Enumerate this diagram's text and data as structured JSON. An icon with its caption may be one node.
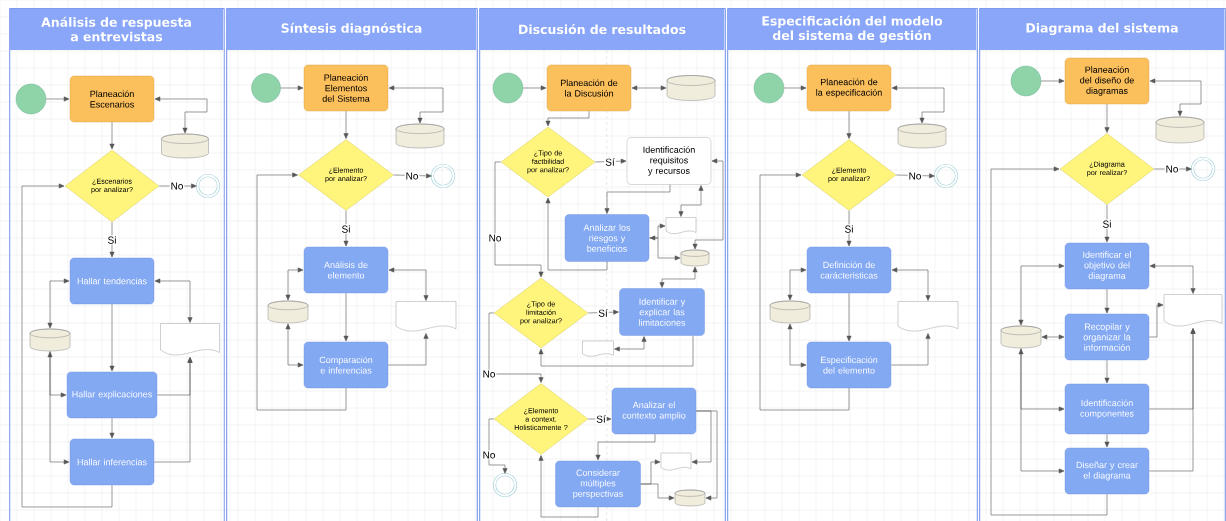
{
  "diagram": {
    "nodes": [
      {
        "text": [
          "Análisis de respuesta a entrevistas"
        ]
      },
      {
        "text": [],
        "shape": "circle",
        "in": 0
      },
      {
        "text": [
          "Planeación Escenarios"
        ],
        "in": 0
      },
      {
        "text": [],
        "shape": "cylinder",
        "in": 0
      },
      {
        "text": [
          "¿Escenarios por analizar?"
        ],
        "in": 0
      },
      {
        "text": [],
        "shape": "ring",
        "in": 0
      },
      {
        "text": [
          "Hallar tendencias"
        ],
        "in": 0
      },
      {
        "text": [],
        "shape": "cylinder",
        "in": 0
      },
      {
        "text": [],
        "shape": "document",
        "in": 0
      },
      {
        "text": [
          "Hallar explicaciones"
        ],
        "in": 0
      },
      {
        "text": [
          "Hallar inferencias"
        ],
        "in": 0
      },
      {
        "text": [
          "Síntesis diagnóstica"
        ]
      },
      {
        "text": [],
        "shape": "circle",
        "in": 11
      },
      {
        "text": [
          "Planeación Elementos del Sistema"
        ],
        "in": 11
      },
      {
        "text": [],
        "shape": "cylinder",
        "in": 11
      },
      {
        "text": [
          "¿Elemento por analizar?"
        ],
        "in": 11
      },
      {
        "text": [],
        "shape": "ring",
        "in": 11
      },
      {
        "text": [
          "Análisis de elemento"
        ],
        "in": 11
      },
      {
        "text": [],
        "shape": "cylinder",
        "in": 11
      },
      {
        "text": [],
        "shape": "document",
        "in": 11
      },
      {
        "text": [
          "Comparación e inferencias"
        ],
        "in": 11
      },
      {
        "text": [
          "Discusión de resultados"
        ]
      },
      {
        "text": [],
        "shape": "circle",
        "in": 21
      },
      {
        "text": [
          "Planeación de la Discusión"
        ],
        "in": 21
      },
      {
        "text": [],
        "shape": "cylinder",
        "in": 21
      },
      {
        "text": [
          "¿Tipo de factbilidad por analizar?"
        ],
        "in": 21
      },
      {
        "text": [
          "Identificación requisitos y recursos"
        ],
        "in": 21
      },
      {
        "text": [
          "Analizar los riesgos y beneficios"
        ],
        "in": 21
      },
      {
        "text": [],
        "shape": "document",
        "in": 21
      },
      {
        "text": [],
        "shape": "cylinder",
        "in": 21
      },
      {
        "text": [
          "¿Tipo de limitación por analizar?"
        ],
        "in": 21
      },
      {
        "text": [
          "Identificar y explicar las limitaciones"
        ],
        "in": 21
      },
      {
        "text": [],
        "shape": "document",
        "in": 21
      },
      {
        "text": [
          "¿Elemento a context. Holisticamente ?"
        ],
        "in": 21
      },
      {
        "text": [
          "Analizar el contexto amplio"
        ],
        "in": 21
      },
      {
        "text": [],
        "shape": "ring",
        "in": 21
      },
      {
        "text": [
          "Considerar múltiples perspectivas"
        ],
        "in": 21
      },
      {
        "text": [],
        "shape": "document",
        "in": 21
      },
      {
        "text": [],
        "shape": "cylinder",
        "in": 21
      },
      {
        "text": [
          "Especificación del modelo del sistema de gestión"
        ]
      },
      {
        "text": [],
        "shape": "circle",
        "in": 39
      },
      {
        "text": [
          "Planeación de la especificación"
        ],
        "in": 39
      },
      {
        "text": [],
        "shape": "cylinder",
        "in": 39
      },
      {
        "text": [
          "¿Elemento por analizar?"
        ],
        "in": 39
      },
      {
        "text": [],
        "shape": "ring",
        "in": 39
      },
      {
        "text": [
          "Definición de carácteristicas"
        ],
        "in": 39
      },
      {
        "text": [],
        "shape": "cylinder",
        "in": 39
      },
      {
        "text": [],
        "shape": "document",
        "in": 39
      },
      {
        "text": [
          "Especificación del elemento"
        ],
        "in": 39
      },
      {
        "text": [
          "Diagrama del sistema"
        ]
      },
      {
        "text": [],
        "shape": "circle",
        "in": 49
      },
      {
        "text": [
          "Planeación del diseño de diagramas"
        ],
        "in": 49
      },
      {
        "text": [],
        "shape": "cylinder",
        "in": 49
      },
      {
        "text": [
          "¿Diagrama por realizar?"
        ],
        "in": 49
      },
      {
        "text": [],
        "shape": "ring",
        "in": 49
      },
      {
        "text": [
          "Identificar el objetivo del diagrama"
        ],
        "in": 49
      },
      {
        "text": [],
        "shape": "cylinder",
        "in": 49
      },
      {
        "text": [],
        "shape": "document",
        "in": 49
      },
      {
        "text": [
          "Recopilar y organizar la información"
        ],
        "in": 49
      },
      {
        "text": [
          "Identificación componentes"
        ],
        "in": 49
      },
      {
        "text": [
          "Diseñar y crear el diagrama"
        ],
        "in": 49
      }
    ],
    "edges": [
      {
        "from": 1,
        "to": 2,
        "arrow": "to"
      },
      {
        "from": 2,
        "to": 3,
        "arrow": "both"
      },
      {
        "from": 2,
        "to": 4,
        "arrow": "to"
      },
      {
        "from": 4,
        "to": 5,
        "arrow": "to",
        "label": "No"
      },
      {
        "from": 4,
        "to": 6,
        "arrow": "to",
        "label": "Si"
      },
      {
        "from": 6,
        "to": 9,
        "arrow": "to"
      },
      {
        "from": 9,
        "to": 10,
        "arrow": "to"
      },
      {
        "from": 10,
        "to": 4,
        "arrow": "to"
      },
      {
        "from": 6,
        "to": 7,
        "arrow": "both"
      },
      {
        "from": 7,
        "to": 9,
        "arrow": "both"
      },
      {
        "from": 7,
        "to": 10,
        "arrow": "to"
      },
      {
        "from": 6,
        "to": 8,
        "arrow": "both"
      },
      {
        "from": 9,
        "to": 8,
        "arrow": "to"
      },
      {
        "from": 10,
        "to": 8,
        "arrow": "to"
      },
      {
        "from": 12,
        "to": 13,
        "arrow": "to"
      },
      {
        "from": 13,
        "to": 14,
        "arrow": "both"
      },
      {
        "from": 13,
        "to": 15,
        "arrow": "to"
      },
      {
        "from": 15,
        "to": 16,
        "arrow": "to",
        "label": "No"
      },
      {
        "from": 15,
        "to": 17,
        "arrow": "to",
        "label": "Si"
      },
      {
        "from": 17,
        "to": 20,
        "arrow": "to"
      },
      {
        "from": 20,
        "to": 15,
        "arrow": "to"
      },
      {
        "from": 17,
        "to": 18,
        "arrow": "both"
      },
      {
        "from": 18,
        "to": 20,
        "arrow": "both"
      },
      {
        "from": 17,
        "to": 19,
        "arrow": "both"
      },
      {
        "from": 20,
        "to": 19,
        "arrow": "to"
      },
      {
        "from": 22,
        "to": 23,
        "arrow": "to"
      },
      {
        "from": 23,
        "to": 24,
        "arrow": "both"
      },
      {
        "from": 23,
        "to": 25,
        "arrow": "to"
      },
      {
        "from": 25,
        "to": 26,
        "arrow": "to",
        "label": "Sí"
      },
      {
        "from": 26,
        "to": 27,
        "arrow": "to"
      },
      {
        "from": 27,
        "to": 28,
        "arrow": "both"
      },
      {
        "from": 27,
        "to": 29,
        "arrow": "to"
      },
      {
        "from": 28,
        "to": 26,
        "arrow": "both"
      },
      {
        "from": 29,
        "to": 26,
        "arrow": "both"
      },
      {
        "from": 27,
        "to": 25,
        "arrow": "to"
      },
      {
        "from": 25,
        "to": 30,
        "arrow": "to",
        "label": "No"
      },
      {
        "from": 30,
        "to": 31,
        "arrow": "to",
        "label": "Sí"
      },
      {
        "from": 29,
        "to": 31,
        "arrow": "both"
      },
      {
        "from": 31,
        "to": 32,
        "arrow": "both"
      },
      {
        "from": 31,
        "to": 30,
        "arrow": "to"
      },
      {
        "from": 30,
        "to": 33,
        "arrow": "to",
        "label": "No"
      },
      {
        "from": 33,
        "to": 34,
        "arrow": "to",
        "label": "Sí"
      },
      {
        "from": 34,
        "to": 36,
        "arrow": "to"
      },
      {
        "from": 34,
        "to": 37,
        "arrow": "to"
      },
      {
        "from": 34,
        "to": 38,
        "arrow": "to"
      },
      {
        "from": 36,
        "to": 37,
        "arrow": "to"
      },
      {
        "from": 36,
        "to": 38,
        "arrow": "to"
      },
      {
        "from": 36,
        "to": 33,
        "arrow": "to"
      },
      {
        "from": 33,
        "to": 35,
        "arrow": "to",
        "label": "No"
      },
      {
        "from": 40,
        "to": 41,
        "arrow": "to"
      },
      {
        "from": 41,
        "to": 42,
        "arrow": "both"
      },
      {
        "from": 41,
        "to": 43,
        "arrow": "to"
      },
      {
        "from": 43,
        "to": 44,
        "arrow": "to",
        "label": "No"
      },
      {
        "from": 43,
        "to": 45,
        "arrow": "to",
        "label": "Si"
      },
      {
        "from": 45,
        "to": 48,
        "arrow": "to"
      },
      {
        "from": 48,
        "to": 43,
        "arrow": "to"
      },
      {
        "from": 45,
        "to": 46,
        "arrow": "both"
      },
      {
        "from": 46,
        "to": 48,
        "arrow": "both"
      },
      {
        "from": 45,
        "to": 47,
        "arrow": "both"
      },
      {
        "from": 48,
        "to": 47,
        "arrow": "to"
      },
      {
        "from": 50,
        "to": 51,
        "arrow": "to"
      },
      {
        "from": 51,
        "to": 52,
        "arrow": "both"
      },
      {
        "from": 51,
        "to": 53,
        "arrow": "to"
      },
      {
        "from": 53,
        "to": 54,
        "arrow": "to",
        "label": "No"
      },
      {
        "from": 53,
        "to": 55,
        "arrow": "to",
        "label": "Si"
      },
      {
        "from": 55,
        "to": 58,
        "arrow": "to"
      },
      {
        "from": 58,
        "to": 59,
        "arrow": "to"
      },
      {
        "from": 59,
        "to": 60,
        "arrow": "to"
      },
      {
        "from": 60,
        "to": 53,
        "arrow": "to"
      },
      {
        "from": 55,
        "to": 56,
        "arrow": "both"
      },
      {
        "from": 58,
        "to": 56,
        "arrow": "both"
      },
      {
        "from": 56,
        "to": 59,
        "arrow": "both"
      },
      {
        "from": 56,
        "to": 60,
        "arrow": "to"
      },
      {
        "from": 55,
        "to": 57,
        "arrow": "both"
      },
      {
        "from": 58,
        "to": 57,
        "arrow": "to"
      },
      {
        "from": 59,
        "to": 57,
        "arrow": "to"
      },
      {
        "from": 60,
        "to": 57,
        "arrow": "to"
      }
    ]
  }
}
